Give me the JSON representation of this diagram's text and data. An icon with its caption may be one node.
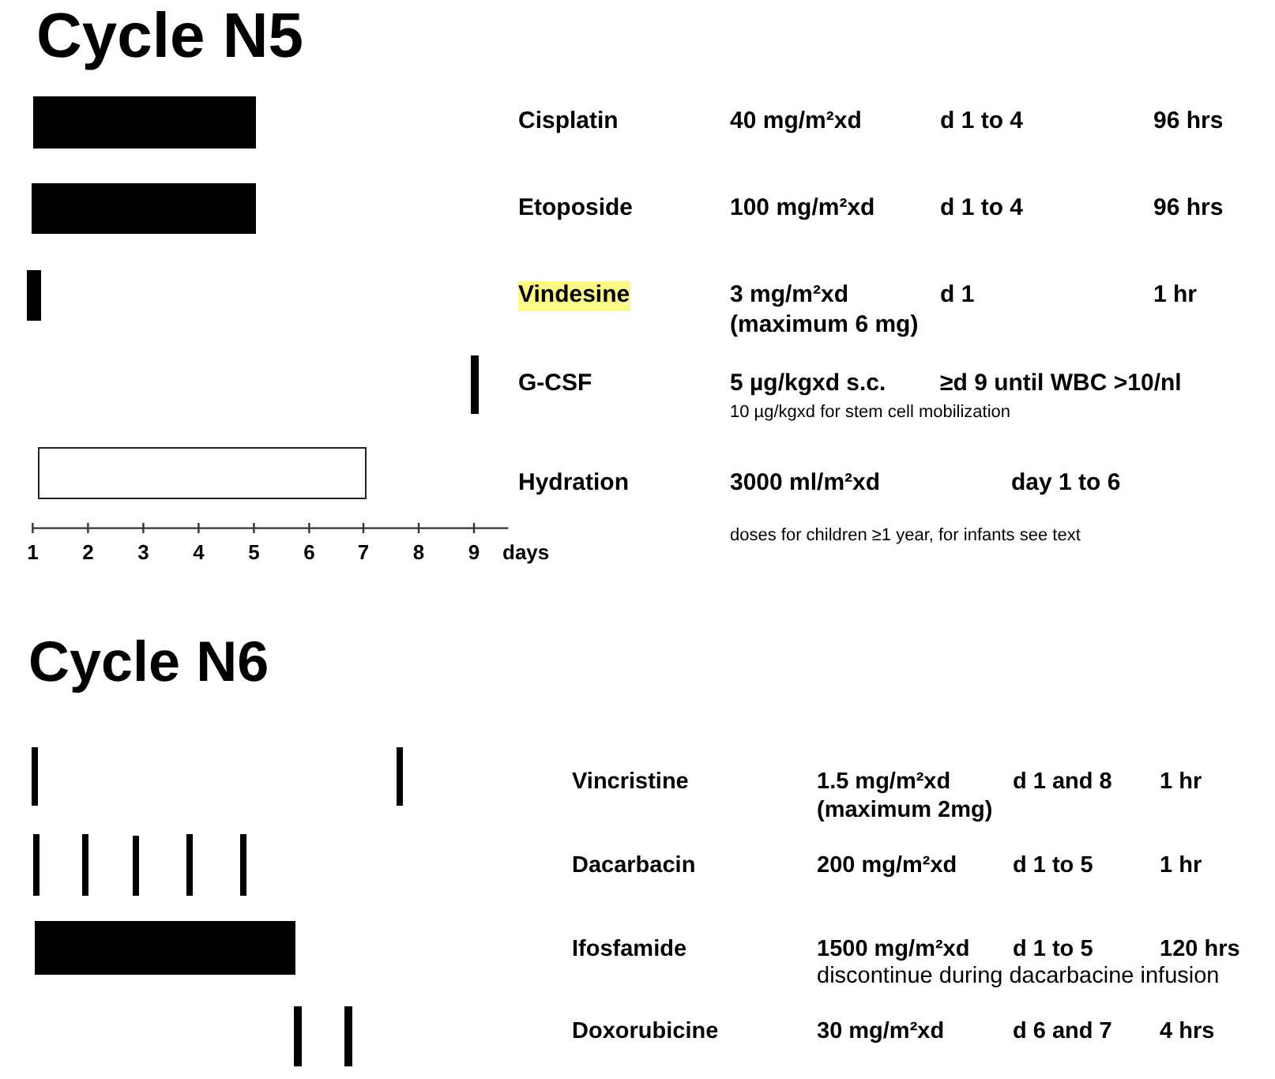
{
  "diagram": {
    "nodes": [
      {
        "text": [],
        "shape": "bar"
      },
      {
        "text": [],
        "shape": "bar"
      },
      {
        "text": [],
        "shape": "bar"
      },
      {
        "text": [],
        "shape": "bar"
      },
      {
        "text": [],
        "shape": "box"
      },
      {
        "text": [],
        "shape": "bar"
      },
      {
        "text": [],
        "shape": "bar"
      },
      {
        "text": [],
        "shape": "bar"
      },
      {
        "text": [],
        "shape": "bar"
      },
      {
        "text": [],
        "shape": "bar"
      },
      {
        "text": [],
        "shape": "bar"
      },
      {
        "text": [],
        "shape": "bar"
      },
      {
        "text": [],
        "shape": "bar"
      },
      {
        "text": [],
        "shape": "bar"
      },
      {
        "text": [],
        "shape": "bar"
      }
    ],
    "labels": [
      "Cycle N5",
      "Cisplatin",
      "40 mg/m²xd",
      "d 1 to 4",
      "96 hrs",
      "Etoposide",
      "100 mg/m²xd",
      "d 1 to 4",
      "96 hrs",
      "Vindesine",
      "3 mg/m²xd (maximum 6 mg)",
      "d 1",
      "1 hr",
      "G-CSF",
      "5 µg/kgxd s.c.",
      "≥d 9 until WBC >10/nl",
      "10 µg/kgxd for stem cell mobilization",
      "Hydration",
      "3000 ml/m²xd",
      "day 1 to 6",
      "1",
      "2",
      "3",
      "4",
      "5",
      "6",
      "7",
      "8",
      "9",
      "days",
      "doses for children ≥1 year, for infants see text",
      "Cycle N6",
      "Vincristine",
      "1.5 mg/m²xd (maximum 2mg)",
      "d 1 and 8",
      "1 hr",
      "Dacarbacin",
      "200 mg/m²xd",
      "d 1 to 5",
      "1 hr",
      "Ifosfamide",
      "1500 mg/m²xd",
      "d 1 to 5",
      "120 hrs",
      "discontinue during dacarbacine infusion",
      "Doxorubicine",
      "30 mg/m²xd",
      "d 6 and 7",
      "4 hrs"
    ]
  }
}
